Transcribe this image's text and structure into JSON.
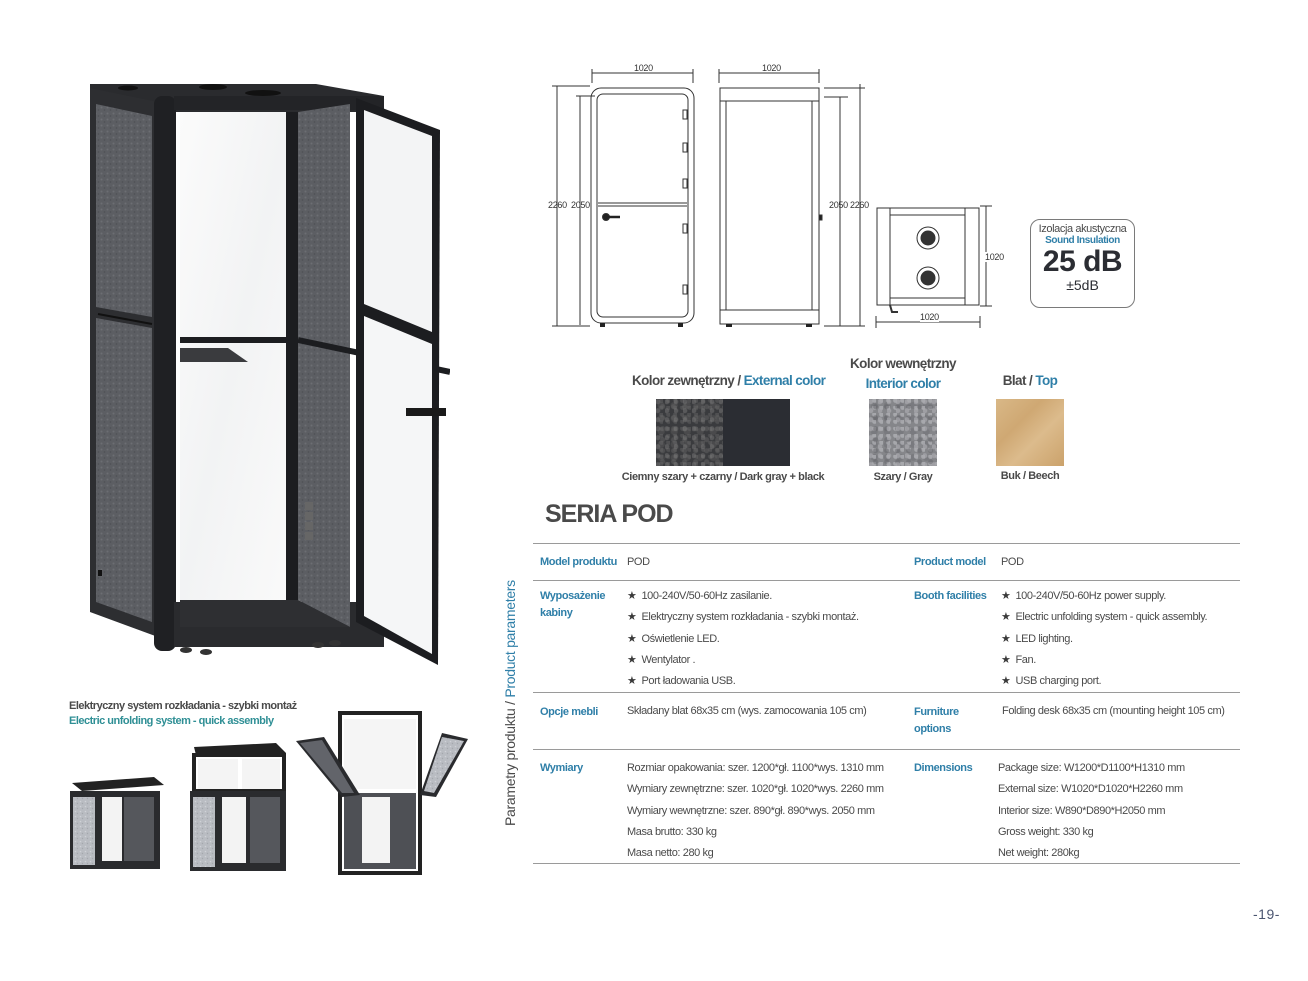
{
  "drawings": {
    "front_view": {
      "width_label": "1020",
      "height_outer": "2260",
      "height_inner": "2050"
    },
    "side_view": {
      "width_label": "1020",
      "height_inner": "2050",
      "height_outer": "2260"
    },
    "top_view": {
      "width_label": "1020",
      "depth_label": "1020"
    }
  },
  "sound_badge": {
    "title_pl": "Izolacja akustyczna",
    "title_en": "Sound Insulation",
    "value": "25 dB",
    "tolerance": "±5dB"
  },
  "colors": {
    "external": {
      "title_pl": "Kolor zewnętrzny / ",
      "title_en": "External color",
      "caption": "Ciemny szary + czarny  /  Dark gray + black",
      "swatch_hex": [
        "#3a3b3e",
        "#2b2d33"
      ]
    },
    "interior": {
      "title_pl": "Kolor wewnętrzny",
      "title_en": "Interior color",
      "caption": "Szary / Gray",
      "swatch_hex": "#85868a"
    },
    "top": {
      "title_pl": "Blat / ",
      "title_en": "Top",
      "caption": "Buk / Beech",
      "swatch_hex": "#d4b07c"
    }
  },
  "series_title": "SERIA POD",
  "side_label": {
    "pl": "Parametry produktu / ",
    "en": "Product parameters"
  },
  "spec_table": {
    "model": {
      "label_pl": "Model produktu",
      "value_pl": "POD",
      "label_en": "Product model",
      "value_en": "POD"
    },
    "facilities": {
      "label_pl": "Wyposażenie kabiny",
      "items_pl": [
        "100-240V/50-60Hz zasilanie.",
        "Elektryczny system rozkładania - szybki montaż.",
        "Oświetlenie LED.",
        "Wentylator .",
        "Port ładowania USB."
      ],
      "label_en": "Booth facilities",
      "items_en": [
        "100-240V/50-60Hz power supply.",
        "Electric unfolding system - quick assembly.",
        "LED lighting.",
        "Fan.",
        "USB charging port."
      ]
    },
    "furniture": {
      "label_pl": "Opcje mebli",
      "value_pl": "Składany blat 68x35 cm (wys. zamocowania 105 cm)",
      "label_en": "Furniture options",
      "value_en": "Folding desk 68x35 cm (mounting height 105 cm)"
    },
    "dimensions": {
      "label_pl": "Wymiary",
      "items_pl": [
        "Rozmiar opakowania: szer. 1200*gł. 1100*wys. 1310 mm",
        "Wymiary zewnętrzne: szer. 1020*gł. 1020*wys. 2260 mm",
        "Wymiary wewnętrzne: szer. 890*gł. 890*wys. 2050 mm",
        "Masa brutto: 330 kg",
        "Masa netto: 280 kg"
      ],
      "label_en": "Dimensions",
      "items_en": [
        "Package size: W1200*D1100*H1310 mm",
        "External size: W1020*D1020*H2260 mm",
        "Interior size: W890*D890*H2050 mm",
        "Gross weight: 330 kg",
        "Net weight: 280kg"
      ]
    }
  },
  "caption": {
    "pl": "Elektryczny system rozkładania - szybki montaż",
    "en": "Electric unfolding system - quick assembly"
  },
  "page_number": "-19-",
  "accent_colors": {
    "blue": "#2f7fa8",
    "teal": "#2f8f95",
    "text": "#4a4a4a"
  }
}
